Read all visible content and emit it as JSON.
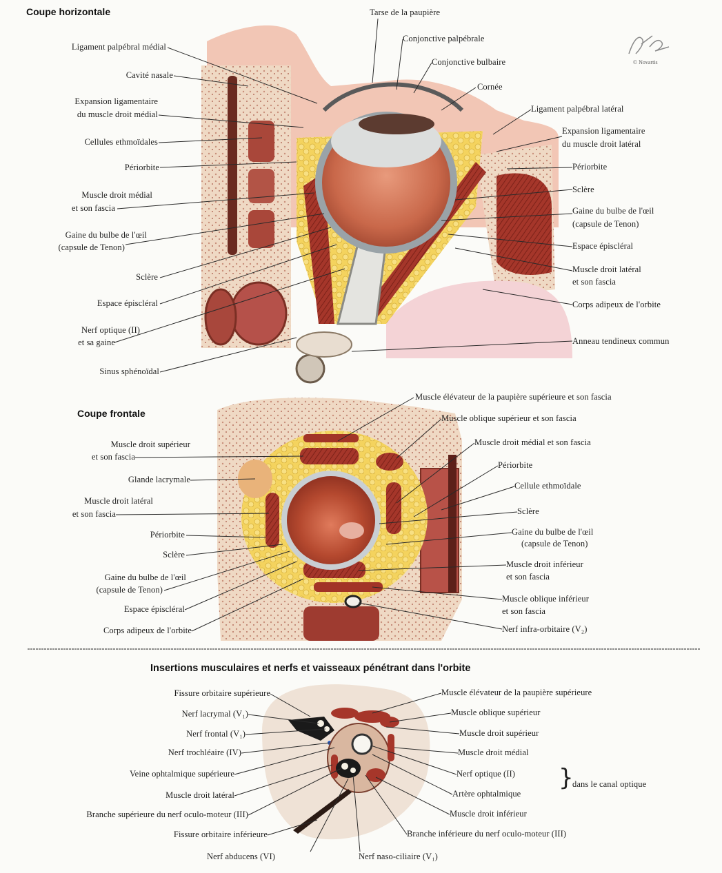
{
  "panels": {
    "horizontal": {
      "title": "Coupe horizontale",
      "signature": "© Novartis",
      "labels": {
        "tarse": "Tarse de la paupière",
        "conj_palp": "Conjonctive palpébrale",
        "conj_bulb": "Conjonctive bulbaire",
        "cornee": "Cornée",
        "lig_lat": "Ligament palpébral latéral",
        "exp_lat_1": "Expansion ligamentaire",
        "exp_lat_2": "du muscle droit latéral",
        "periorbite_r": "Périorbite",
        "sclere_r": "Sclère",
        "gaine_r_1": "Gaine du bulbe de l'œil",
        "gaine_r_2": "(capsule de Tenon)",
        "espace_r": "Espace épiscléral",
        "droit_lat_1": "Muscle droit latéral",
        "droit_lat_2": "et son fascia",
        "corps_adip": "Corps adipeux de l'orbite",
        "anneau": "Anneau tendineux commun",
        "lig_med": "Ligament palpébral médial",
        "cavite": "Cavité nasale",
        "exp_med_1": "Expansion ligamentaire",
        "exp_med_2": "du muscle droit médial",
        "ethmoid": "Cellules ethmoïdales",
        "periorbite_l": "Périorbite",
        "droit_med_1": "Muscle droit médial",
        "droit_med_2": "et son fascia",
        "gaine_l_1": "Gaine du bulbe de l'œil",
        "gaine_l_2": "(capsule de Tenon)",
        "sclere_l": "Sclère",
        "espace_l": "Espace épiscléral",
        "nerf_opt_1": "Nerf optique (II)",
        "nerf_opt_2": "et sa gaine",
        "sinus": "Sinus sphénoïdal"
      }
    },
    "frontal": {
      "title": "Coupe frontale",
      "labels": {
        "elevateur": "Muscle élévateur de la paupière supérieure et son fascia",
        "oblique_sup": "Muscle oblique supérieur et son fascia",
        "droit_med": "Muscle droit médial et son fascia",
        "periorbite_r": "Périorbite",
        "cellule": "Cellule ethmoïdale",
        "sclere_r": "Sclère",
        "gaine_r_1": "Gaine du bulbe de l'œil",
        "gaine_r_2": "(capsule de Tenon)",
        "droit_inf_1": "Muscle droit inférieur",
        "droit_inf_2": "et son fascia",
        "oblique_inf_1": "Muscle oblique inférieur",
        "oblique_inf_2": "et son fascia",
        "infra": "Nerf infra-orbitaire (V₂)",
        "droit_sup_1": "Muscle droit supérieur",
        "droit_sup_2": "et son fascia",
        "glande": "Glande lacrymale",
        "droit_lat_1": "Muscle droit latéral",
        "droit_lat_2": "et son fascia",
        "periorbite_l": "Périorbite",
        "sclere_l": "Sclère",
        "gaine_l_1": "Gaine du bulbe de l'œil",
        "gaine_l_2": "(capsule de Tenon)",
        "espace_l": "Espace épiscléral",
        "corps_adip": "Corps adipeux de l'orbite"
      }
    },
    "insertions": {
      "title": "Insertions musculaires et nerfs et vaisseaux pénétrant dans l'orbite",
      "labels": {
        "fissure_sup": "Fissure orbitaire supérieure",
        "lacrymal": "Nerf lacrymal (V₁)",
        "frontal": "Nerf frontal (V₁)",
        "trochleaire": "Nerf trochléaire (IV)",
        "veine": "Veine ophtalmique supérieure",
        "droit_lat": "Muscle droit latéral",
        "branche_sup": "Branche supérieure du nerf oculo-moteur (III)",
        "fissure_inf": "Fissure orbitaire inférieure",
        "abducens": "Nerf abducens (VI)",
        "naso": "Nerf naso-ciliaire (V₁)",
        "branche_inf": "Branche inférieure du nerf oculo-moteur (III)",
        "droit_inf": "Muscle droit inférieur",
        "artere": "Artère ophtalmique",
        "nerf_opt": "Nerf optique (II)",
        "droit_med": "Muscle droit médial",
        "droit_sup": "Muscle droit supérieur",
        "oblique_sup": "Muscle oblique supérieur",
        "elevateur": "Muscle élévateur de la paupière supérieure",
        "canal": "dans le canal optique"
      }
    }
  }
}
